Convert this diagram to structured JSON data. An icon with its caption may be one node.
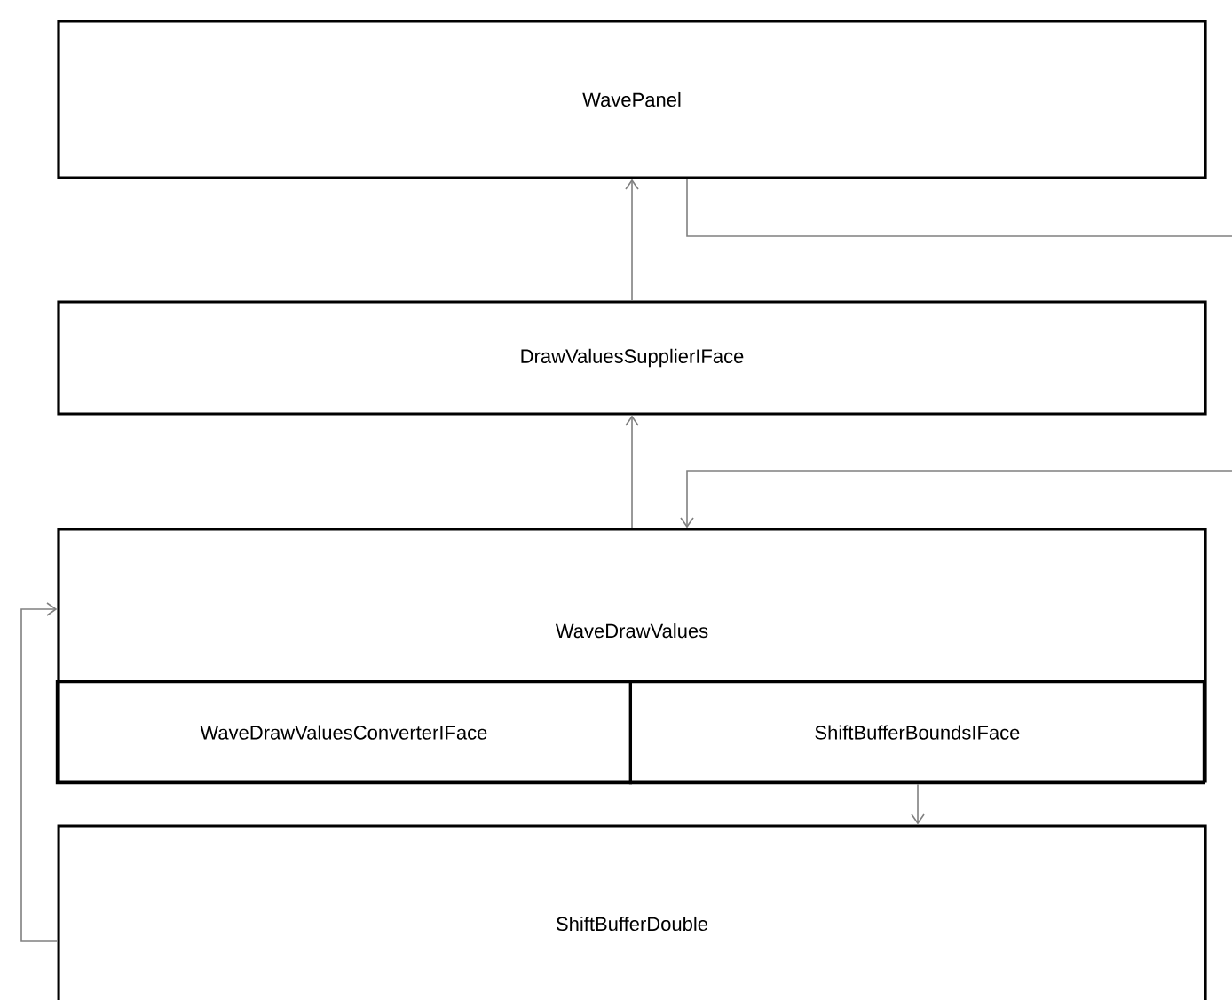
{
  "diagram": {
    "nodes": [
      {
        "text": [
          "WavePanel"
        ]
      },
      {
        "text": [
          "DrawValuesSupplierIFace"
        ]
      },
      {
        "text": [
          "WaveDrawValues"
        ]
      },
      {
        "text": [
          "WaveDrawValuesConverterIFace"
        ],
        "in": 2
      },
      {
        "text": [
          "ShiftBufferBoundsIFace"
        ],
        "in": 2
      },
      {
        "text": [
          "ShiftBufferDouble"
        ]
      }
    ],
    "edges": [
      {
        "from": 1,
        "to": 0,
        "arrow": "to"
      },
      {
        "from": 2,
        "to": 1,
        "arrow": "to"
      },
      {
        "from": 0,
        "to": null,
        "arrow": "none"
      },
      {
        "from": null,
        "to": 2,
        "arrow": "to"
      },
      {
        "from": 4,
        "to": 5,
        "arrow": "to"
      },
      {
        "from": 5,
        "to": 2,
        "arrow": "to"
      }
    ]
  }
}
